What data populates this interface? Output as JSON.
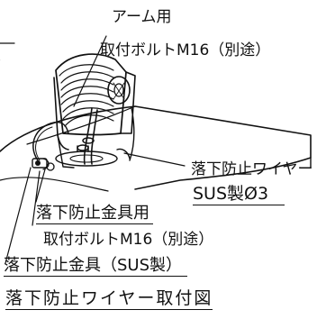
{
  "colors": {
    "line": "#111111",
    "background": "#ffffff"
  },
  "labels": {
    "arm_use": "アーム用",
    "bolt_m16_separate_top": "取付ボルトM16（別途）",
    "wire_name": "落下防止ワイヤー",
    "wire_spec": "SUS製Ø3",
    "fitting_use": "落下防止金具用",
    "bolt_m16_separate_mid": "取付ボルトM16（別途）",
    "fitting_spec": "落下防止金具（SUS製）",
    "fragment_left": ")"
  },
  "title": "落下防止ワイヤー取付図"
}
